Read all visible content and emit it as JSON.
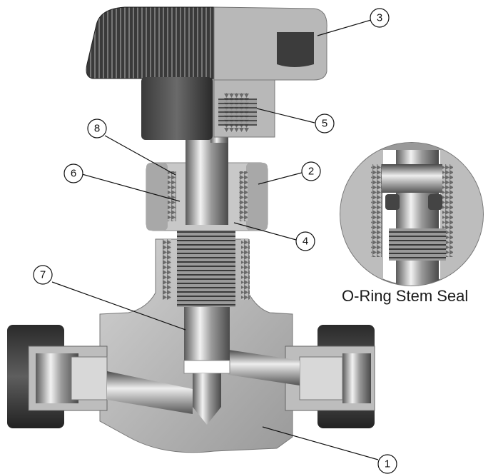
{
  "caption": "O-Ring Stem Seal",
  "callouts": [
    "1",
    "2",
    "3",
    "4",
    "5",
    "6",
    "7",
    "8"
  ]
}
